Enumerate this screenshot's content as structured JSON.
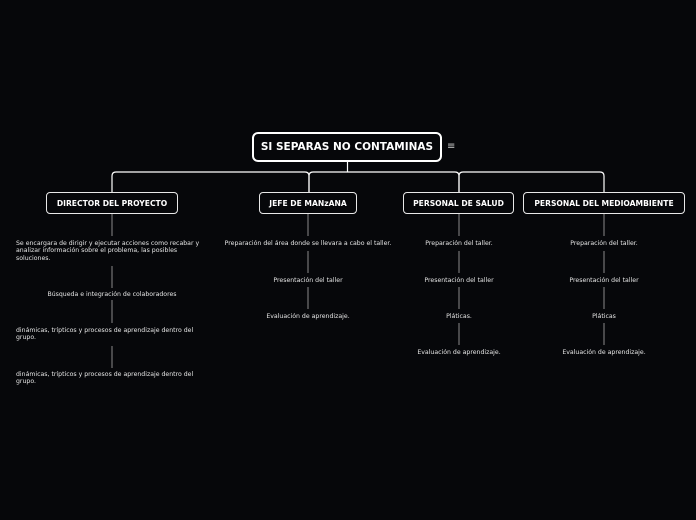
{
  "root": {
    "label": "SI SEPARAS NO CONTAMINAS",
    "menu_icon": "hamburger-menu-icon"
  },
  "branches": [
    {
      "label": "DIRECTOR DEL PROYECTO",
      "items": [
        "Se encargara de dirigir y ejecutar acciones como  recabar y analizar información sobre el problema, las posibles soluciones.",
        "Búsqueda e integración de colaboradores",
        "dinámicas, trípticos y procesos de aprendizaje dentro del grupo.",
        "dinámicas, trípticos y procesos de aprendizaje dentro del grupo."
      ]
    },
    {
      "label": "JEFE DE MANzANA",
      "items": [
        "Preparación del área donde se llevara a cabo el taller.",
        "Presentación del taller",
        "Evaluación de aprendizaje."
      ]
    },
    {
      "label": "PERSONAL DE SALUD",
      "items": [
        "Preparación del taller.",
        "Presentación del taller",
        "Pláticas.",
        "Evaluación de aprendizaje."
      ]
    },
    {
      "label": "PERSONAL DEL MEDIOAMBIENTE",
      "items": [
        "Preparación del taller.",
        "Presentación del taller",
        "Pláticas",
        "Evaluación de aprendizaje."
      ]
    }
  ]
}
